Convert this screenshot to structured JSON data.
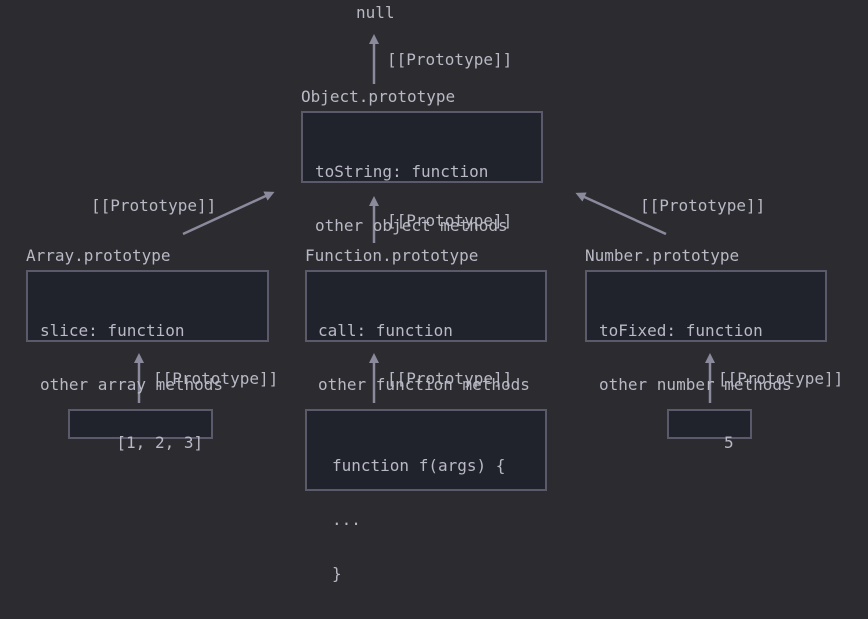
{
  "null_label": "null",
  "prototype_link_label": "[[Prototype]]",
  "object_prototype": {
    "title": "Object.prototype",
    "lines": [
      "toString: function",
      "other object methods"
    ]
  },
  "array_prototype": {
    "title": "Array.prototype",
    "lines": [
      "slice: function",
      "other array methods"
    ]
  },
  "function_prototype": {
    "title": "Function.prototype",
    "lines": [
      "call: function",
      "other function methods"
    ]
  },
  "number_prototype": {
    "title": "Number.prototype",
    "lines": [
      "toFixed: function",
      "other number methods"
    ]
  },
  "array_instance": {
    "text": "[1, 2, 3]"
  },
  "function_instance": {
    "lines": [
      "function f(args) {",
      "...",
      "}"
    ]
  },
  "number_instance": {
    "text": "5"
  },
  "colors": {
    "background": "#2b2b30",
    "box_fill": "#21232c",
    "box_border": "#5a5a6b",
    "text": "#b9b9c6",
    "arrow": "#8a8a9c"
  }
}
